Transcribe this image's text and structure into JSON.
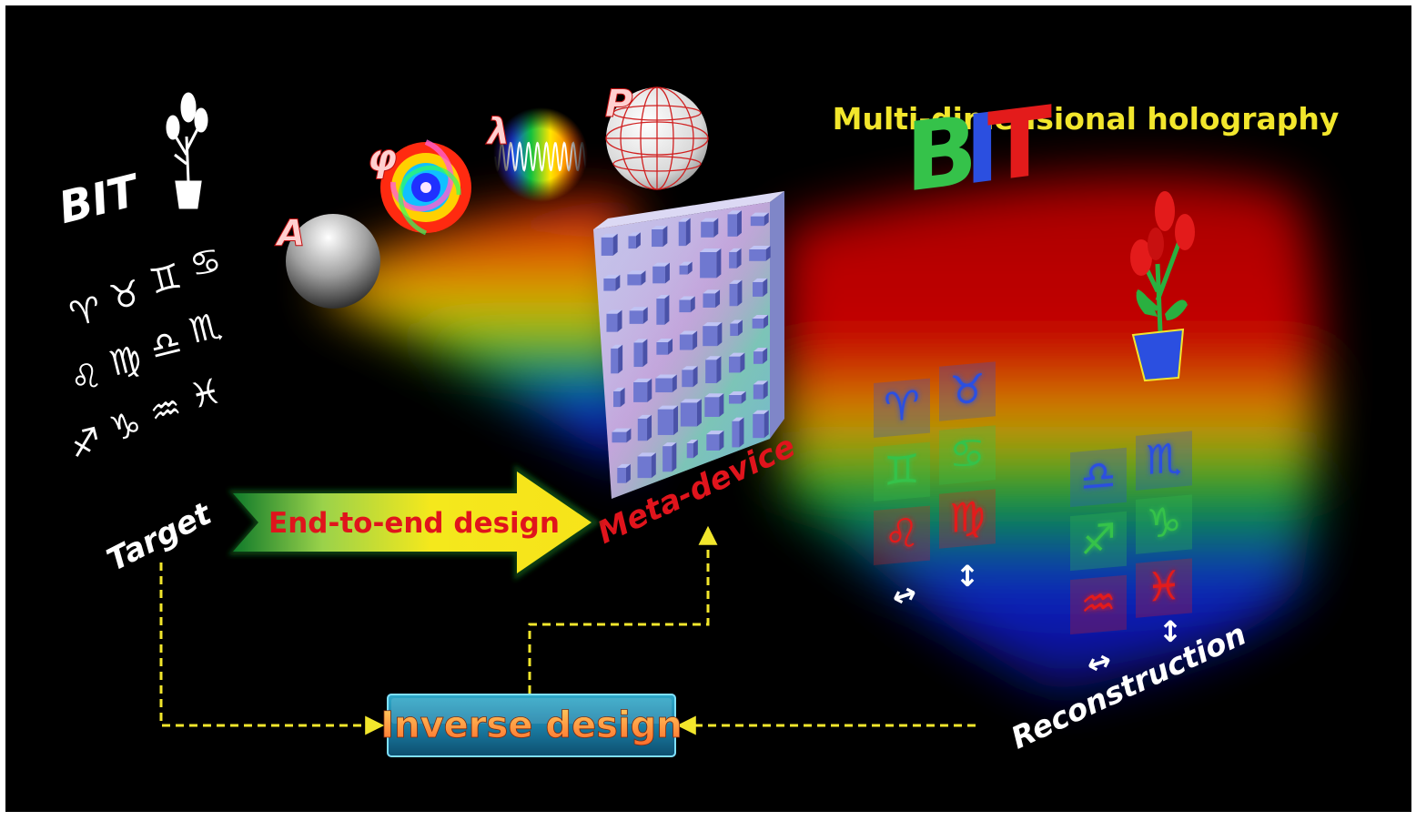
{
  "title": "Multi-dimensional holography",
  "target": {
    "label": "Target",
    "bit_text": "BIT",
    "zodiac": [
      "♈",
      "♉",
      "♊",
      "♋",
      "♌",
      "♍",
      "♎",
      "♏",
      "♐",
      "♑",
      "♒",
      "♓"
    ]
  },
  "dimensions": {
    "amplitude": "A",
    "phase": "φ",
    "wavelength": "λ",
    "polarization": "P"
  },
  "end_to_end_label": "End-to-end design",
  "meta_device_label": "Meta-device",
  "inverse_design_label": "Inverse design",
  "reconstruction": {
    "label": "Reconstruction",
    "bit_letters": [
      "B",
      "I",
      "T"
    ],
    "zodiac_left": [
      "♈",
      "♉",
      "♊",
      "♋",
      "♌",
      "♍"
    ],
    "zodiac_right": [
      "♎",
      "♏",
      "♐",
      "♑",
      "♒",
      "♓"
    ],
    "arrow_h": "↔",
    "arrow_v": "↕"
  },
  "colors": {
    "background": "#000000",
    "title": "#f2e62c",
    "dashed": "#f2e62c",
    "meta_label": "#e0141c",
    "red": "#e31b1b",
    "green": "#35c24a",
    "blue": "#2b4fe0"
  }
}
